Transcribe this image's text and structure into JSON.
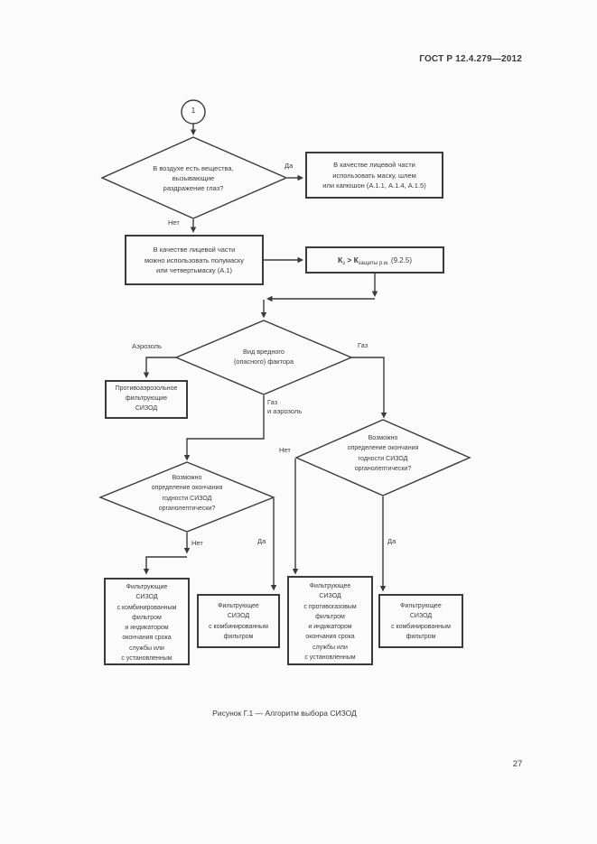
{
  "document": {
    "header": "ГОСТ Р 12.4.279—2012",
    "caption": "Рисунок Г.1 — Алгоритм выбора СИЗОД",
    "page_number": "27"
  },
  "flowchart": {
    "start_node": "1",
    "decision_eye_irritation": {
      "text": "В воздухе есть вещества,\nвызывающие\nраздражение глаз?",
      "yes_label": "Да",
      "no_label": "Нет"
    },
    "box_mask_helmet": "В качестве лицевой части\nиспользовать маску, шлем\nили капюшон (А.1.1, А.1.4, А.1.5)",
    "box_half_mask": "В качестве лицевой части\nможно использовать полумаску\nили четвертьмаску (А.1)",
    "box_k_condition": {
      "k1_base": "К",
      "k1_sub": "з",
      "operator": " > ",
      "k2_base": "К",
      "k2_sub": "защиты р.м.",
      "ref": " (9.2.5)"
    },
    "decision_hazard_type": {
      "text": "Вид вредного\n(опасного) фактора",
      "aerosol_label": "Аэрозоль",
      "gas_label": "Газ",
      "gas_aerosol_label": "Газ\nи аэрозоль"
    },
    "box_antiaerosol": "Противоаэрозольное\nфильтрующие\nСИЗОД",
    "decision_expiry_left": {
      "text": "Возможно\nопределение окончания\nгодности СИЗОД\nорганолептически?",
      "yes_label": "Да",
      "no_label": "Нет"
    },
    "decision_expiry_right": {
      "text": "Возможно\nопределение окончания\nгодности СИЗОД\nорганолептически?",
      "yes_label": "Да",
      "no_label": "Нет"
    },
    "box_filter_combined_indicator": "Фильтрующие\nСИЗОД\nс комбинированным\nфильтром\nи индикатором\nокончания срока\nслужбы или\nс установленным",
    "box_filter_combined_left": "Фильтрующее\nСИЗОД\nс комбинированным\nфильтром",
    "box_filter_gas_indicator": "Фильтрующее\nСИЗОД\nс противогазовым\nфильтром\nи индикатором\nокончания срока\nслужбы или\nс установленным",
    "box_filter_combined_right": "Фильтрующее\nСИЗОД\nс комбинированным\nфильтром"
  }
}
